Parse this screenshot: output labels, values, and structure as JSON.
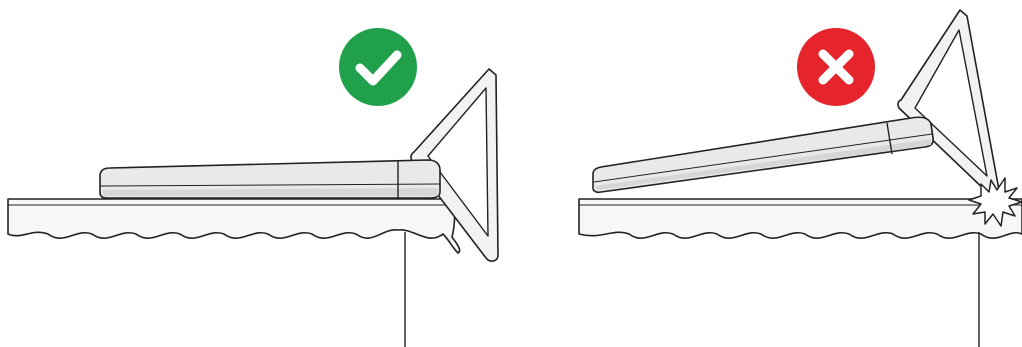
{
  "panels": [
    {
      "id": "correct-placement",
      "status": "correct",
      "badge_icon": "check-icon",
      "badge_color": "#20a04a"
    },
    {
      "id": "incorrect-placement",
      "status": "incorrect",
      "badge_icon": "cross-icon",
      "badge_color": "#e5242b"
    }
  ],
  "colors": {
    "line": "#222222",
    "device_fill": "#e9e9e9",
    "device_shade": "#d6d6d6",
    "table_fill": "#f7f7f7",
    "background": "#ffffff"
  }
}
